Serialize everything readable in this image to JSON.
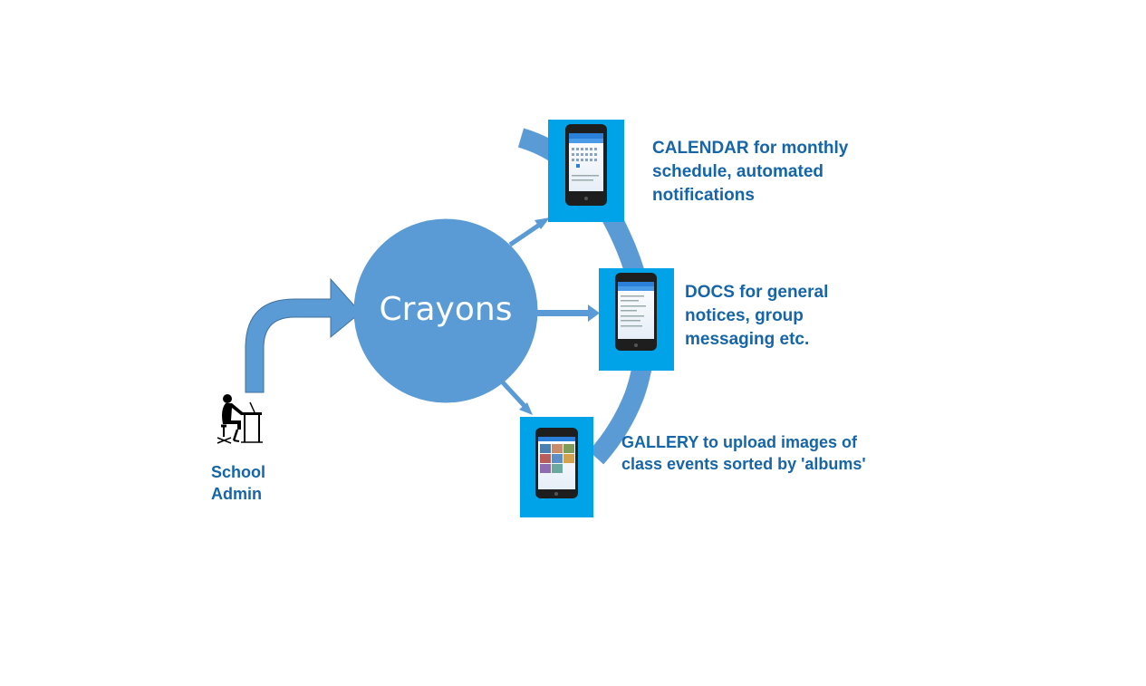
{
  "hub": {
    "label": "Crayons"
  },
  "actor": {
    "line1": "School",
    "line2": "Admin",
    "icon": "person-at-desk-icon"
  },
  "features": {
    "calendar": {
      "text": "CALENDAR for monthly schedule, automated notifications",
      "icon": "phone-calendar-screen-icon"
    },
    "docs": {
      "text": "DOCS for general notices, group messaging etc.",
      "icon": "phone-docs-screen-icon"
    },
    "gallery": {
      "text": "GALLERY to upload images of class events sorted by 'albums'",
      "icon": "phone-gallery-screen-icon"
    }
  },
  "colors": {
    "hub": "#5b9bd5",
    "arrow": "#5b9bd5",
    "tile": "#00a2e8",
    "text": "#1565a8",
    "phone": "#1e1e1e"
  }
}
